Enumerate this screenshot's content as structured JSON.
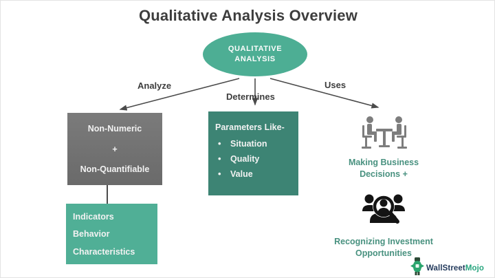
{
  "title": "Qualitative Analysis Overview",
  "ellipse": {
    "line1": "QUALITATIVE",
    "line2": "ANALYSIS"
  },
  "edges": {
    "left_label": "Analyze",
    "mid_label": "Determines",
    "right_label": "Uses"
  },
  "boxes": {
    "gray": {
      "lines": [
        "Non-Numeric",
        "+",
        "Non-Quantifiable"
      ]
    },
    "teal_bottom": {
      "lines": [
        "Indicators",
        "Behavior",
        "Characteristics"
      ]
    },
    "parameters": {
      "heading": "Parameters Like-",
      "bullets": [
        "Situation",
        "Quality",
        "Value"
      ]
    }
  },
  "right_column": {
    "item1": {
      "icon": "meeting-table-icon",
      "line1": "Making Business",
      "line2": "Decisions +"
    },
    "item2": {
      "icon": "investor-search-icon",
      "line1": "Recognizing Investment",
      "line2": "Opportunities"
    }
  },
  "logo": {
    "icon": "wallstreetmojo-icon",
    "brand_part1": "WallStreet",
    "brand_part2": "Mojo"
  },
  "colors": {
    "title_gray": "#3d3d3d",
    "arrow_gray": "#4b4b4b",
    "ellipse_teal": "#4dae94",
    "box_gray": "#747474",
    "box_dark_teal": "#3d8474",
    "box_light_teal": "#50af96",
    "teal_text": "#48917f",
    "icon_gray": "#7d7d7d",
    "icon_black": "#141414",
    "logo_navy": "#233a5c",
    "logo_green": "#27a57e"
  }
}
